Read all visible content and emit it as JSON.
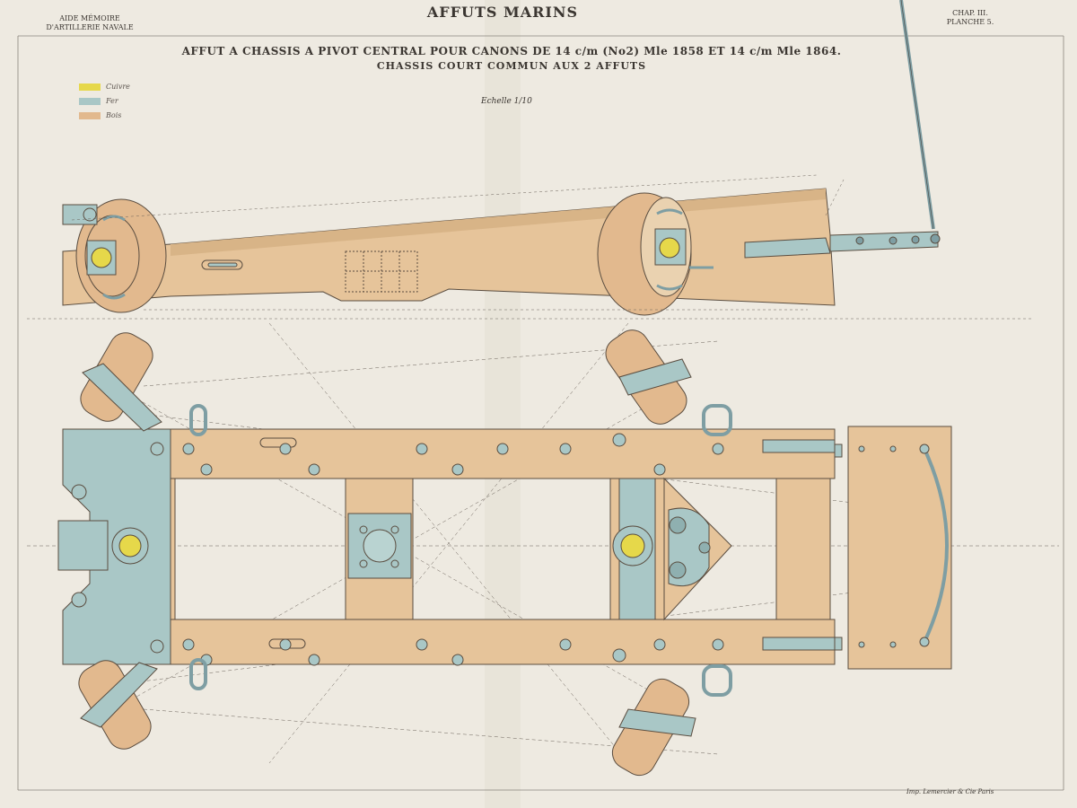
{
  "header": {
    "title": "AFFUTS MARINS",
    "left_note_line1": "AIDE MÉMOIRE",
    "left_note_line2": "D'ARTILLERIE NAVALE",
    "right_note_line1": "CHAP. III.",
    "right_note_line2": "PLANCHE 5."
  },
  "subtitle": {
    "line1": "AFFUT A CHASSIS A PIVOT CENTRAL POUR CANONS DE 14 c/m (No2) Mle 1858 ET 14 c/m Mle 1864.",
    "line2": "CHASSIS COURT COMMUN AUX 2 AFFUTS"
  },
  "scale_label": "Echelle 1/10",
  "legend": [
    {
      "label": "Cuivre",
      "color": "#e6d84a"
    },
    {
      "label": "Fer",
      "color": "#a9c7c6"
    },
    {
      "label": "Bois",
      "color": "#e2b98e"
    }
  ],
  "footer_text": "Imp. Lemercier & Cie Paris",
  "colors": {
    "paper": "#eeeae1",
    "wood": "#e6c49a",
    "wood_dark": "#c9a57c",
    "iron": "#a9c7c6",
    "copper": "#e6d84a",
    "ink": "#4a4440"
  }
}
